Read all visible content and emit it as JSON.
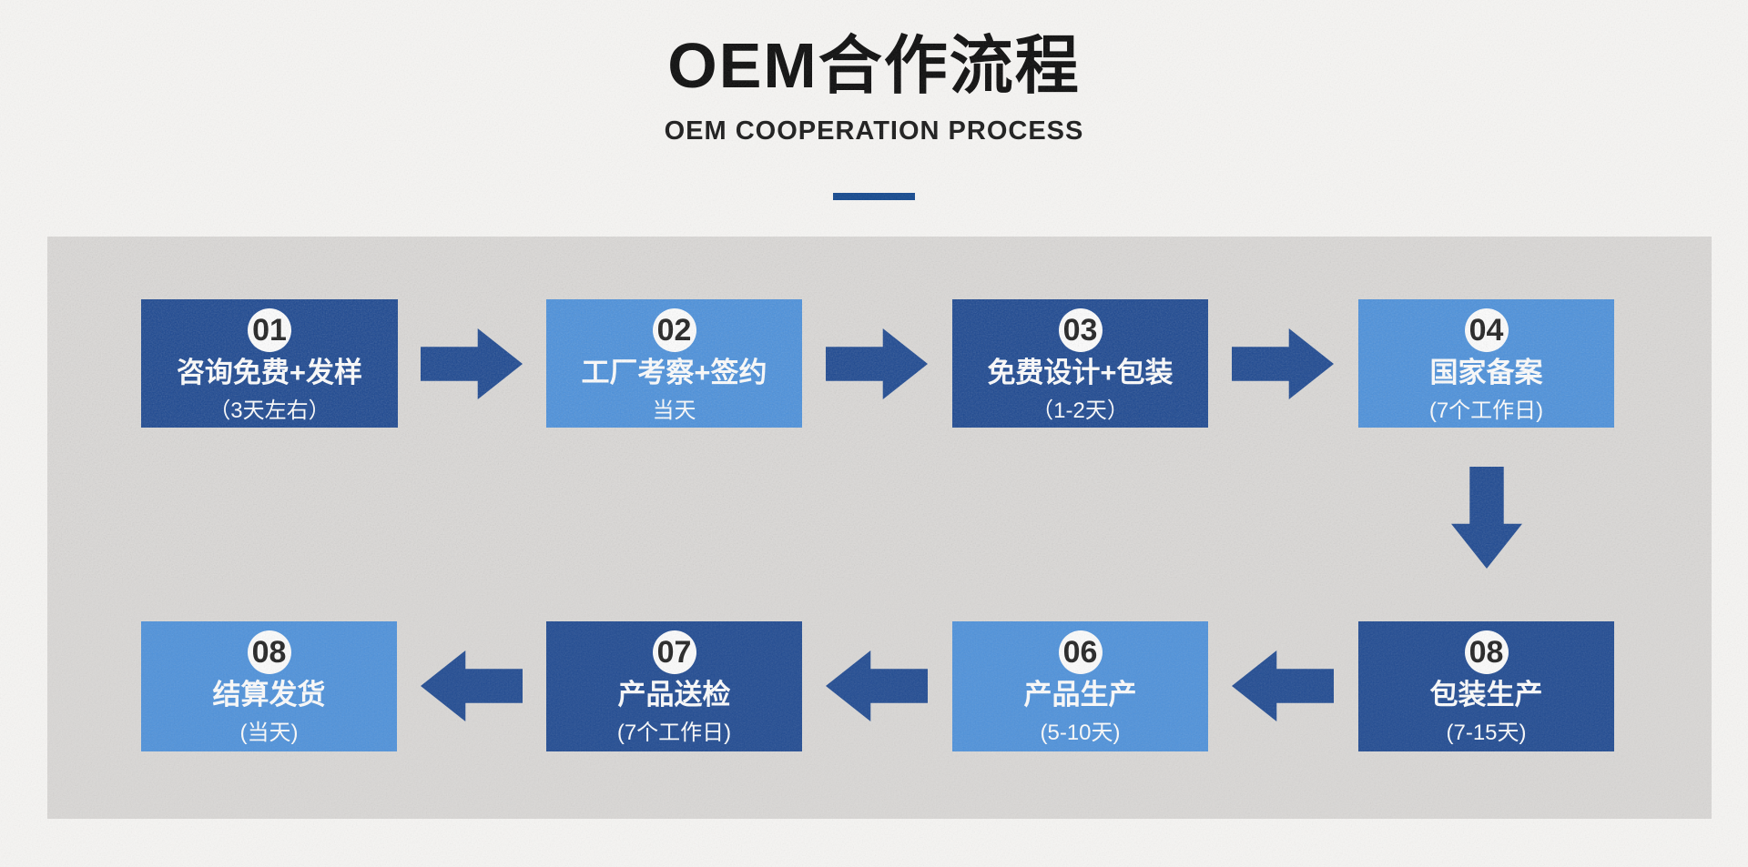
{
  "header": {
    "title": "OEM合作流程",
    "subtitle": "OEM COOPERATION PROCESS"
  },
  "colors": {
    "dark_blue": "#1a4690",
    "light_blue": "#4a90dc",
    "divider": "#14498f",
    "panel_background": "#dbd9d7",
    "page_background": "#f6f5f3",
    "step_text": "#ffffff",
    "badge_background": "#ffffff",
    "badge_text": "#1b1b1b"
  },
  "flow": {
    "top_row_direction": "right",
    "bottom_row_direction": "left"
  },
  "rows": {
    "top": [
      {
        "number": "01",
        "title": "咨询免费+发样",
        "caption": "（3天左右）",
        "variant": "dark"
      },
      {
        "number": "02",
        "title": "工厂考察+签约",
        "caption": "当天",
        "variant": "light"
      },
      {
        "number": "03",
        "title": "免费设计+包装",
        "caption": "（1-2天）",
        "variant": "dark"
      },
      {
        "number": "04",
        "title": "国家备案",
        "caption": "(7个工作日)",
        "variant": "light"
      }
    ],
    "bottom": [
      {
        "number": "08",
        "title": "结算发货",
        "caption": "(当天)",
        "variant": "light"
      },
      {
        "number": "07",
        "title": "产品送检",
        "caption": "(7个工作日)",
        "variant": "dark"
      },
      {
        "number": "06",
        "title": "产品生产",
        "caption": "(5-10天)",
        "variant": "light"
      },
      {
        "number": "08",
        "title": "包装生产",
        "caption": "(7-15天)",
        "variant": "dark"
      }
    ]
  }
}
